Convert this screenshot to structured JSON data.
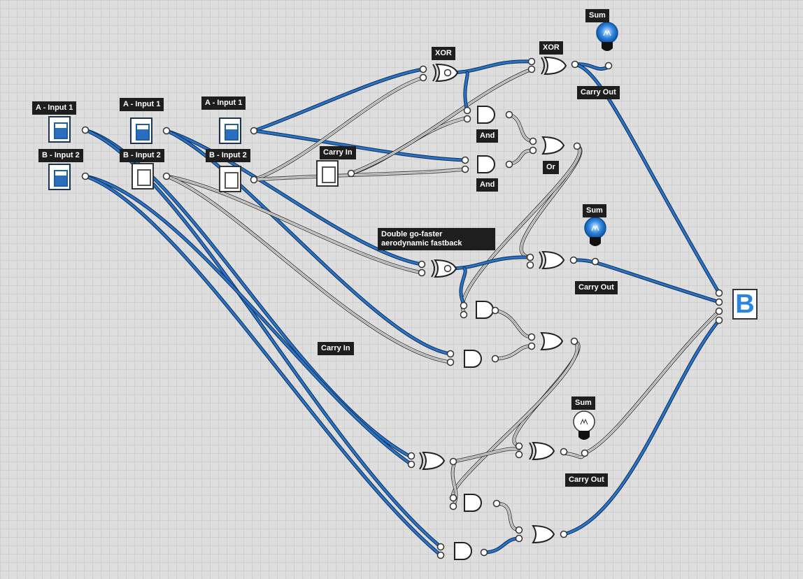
{
  "labels": {
    "a_input_1_1": "A - Input 1",
    "b_input_2_1": "B - Input 2",
    "a_input_1_2": "A - Input 1",
    "b_input_2_2": "B - Input 2",
    "a_input_1_3": "A - Input 1",
    "b_input_2_3": "B - Input 2",
    "carry_in_top": "Carry In",
    "xor_1": "XOR",
    "xor_2": "XOR",
    "and_1": "And",
    "and_2": "And",
    "or_1": "Or",
    "sum_1": "Sum",
    "carry_out_1": "Carry Out",
    "sum_2": "Sum",
    "carry_out_2": "Carry Out",
    "double_note": "Double go-faster aerodynamic fastback",
    "carry_in_mid": "Carry In",
    "sum_3": "Sum",
    "carry_out_3": "Carry Out"
  },
  "display": {
    "value": "B"
  },
  "switches": {
    "a1": "on",
    "b1": "on",
    "a2": "on",
    "b2": "off",
    "a3": "on",
    "b3": "off",
    "carry_in": "off"
  },
  "bulbs": {
    "sum_1": "lit",
    "sum_2": "lit",
    "sum_3": "off"
  },
  "colors": {
    "wire_on": "#2a73c6",
    "wire_off": "#ffffff",
    "bulb_lit": "#2e86de",
    "label_bg": "#1e1e1e"
  }
}
